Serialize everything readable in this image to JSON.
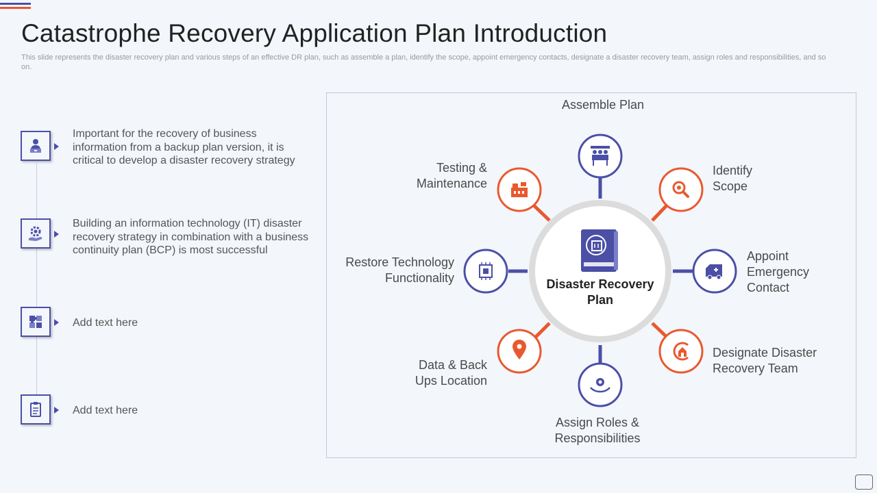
{
  "colors": {
    "primary": "#4b4fa6",
    "accent": "#e8592e",
    "background": "#f3f6fb"
  },
  "header": {
    "title": "Catastrophe Recovery Application Plan Introduction",
    "subtitle": "This slide represents the disaster recovery plan and various steps of an effective DR plan, such as assemble a plan, identify the scope, appoint emergency contacts, designate a disaster recovery team, assign roles and responsibilities, and so on."
  },
  "steps": [
    {
      "icon": "person-laptop-icon",
      "text": "Important for the recovery of business information from a backup plan version, it is critical to develop a disaster recovery strategy"
    },
    {
      "icon": "gear-hand-icon",
      "text": "Building an information technology (IT) disaster recovery strategy in combination with a business continuity plan (BCP) is most successful"
    },
    {
      "icon": "puzzle-icon",
      "text": "Add text here"
    },
    {
      "icon": "clipboard-icon",
      "text": "Add text here"
    }
  ],
  "diagram": {
    "center_label": "Disaster Recovery Plan",
    "center_icon": "recovery-book-icon",
    "nodes": {
      "assemble": {
        "label": "Assemble Plan",
        "icon": "team-meeting-icon",
        "color": "primary"
      },
      "identify": {
        "label": "Identify Scope",
        "icon": "magnifier-icon",
        "color": "accent"
      },
      "appoint": {
        "label": "Appoint Emergency Contact",
        "icon": "ambulance-icon",
        "color": "primary"
      },
      "designate": {
        "label": "Designate Disaster Recovery Team",
        "icon": "house-recovery-icon",
        "color": "accent"
      },
      "roles": {
        "label": "Assign Roles & Responsibilities",
        "icon": "hands-gear-icon",
        "color": "primary"
      },
      "data": {
        "label": "Data & Back Ups Location",
        "icon": "location-pin-icon",
        "color": "accent"
      },
      "restore": {
        "label": "Restore Technology Functionality",
        "icon": "chip-icon",
        "color": "primary"
      },
      "testing": {
        "label": "Testing & Maintenance",
        "icon": "factory-icon",
        "color": "accent"
      }
    }
  }
}
